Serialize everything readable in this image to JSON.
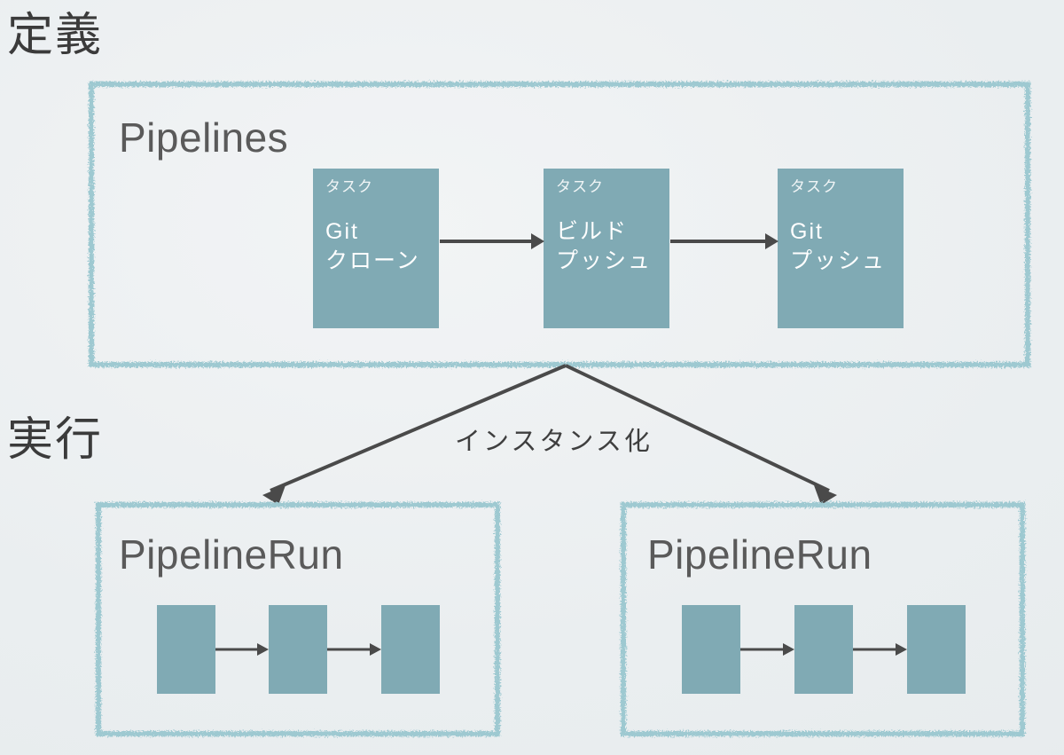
{
  "slide": {
    "background_color": "#edf0f1",
    "accent_teal": "#80aab4",
    "border_teal": "#9ec9d1",
    "arrow_gray": "#4a4a4a",
    "heading_color": "#3b3b3b"
  },
  "sections": {
    "definition_heading": "定義",
    "execution_heading": "実行"
  },
  "pipelines": {
    "label": "Pipelines",
    "tasks": [
      {
        "kind": "タスク",
        "line1": "Git",
        "line2": "クローン"
      },
      {
        "kind": "タスク",
        "line1": "ビルド",
        "line2": "プッシュ"
      },
      {
        "kind": "タスク",
        "line1": "Git",
        "line2": "プッシュ"
      }
    ]
  },
  "instantiation": {
    "label": "インスタンス化"
  },
  "runs": [
    {
      "label": "PipelineRun",
      "task_count": 3
    },
    {
      "label": "PipelineRun",
      "task_count": 3
    }
  ]
}
